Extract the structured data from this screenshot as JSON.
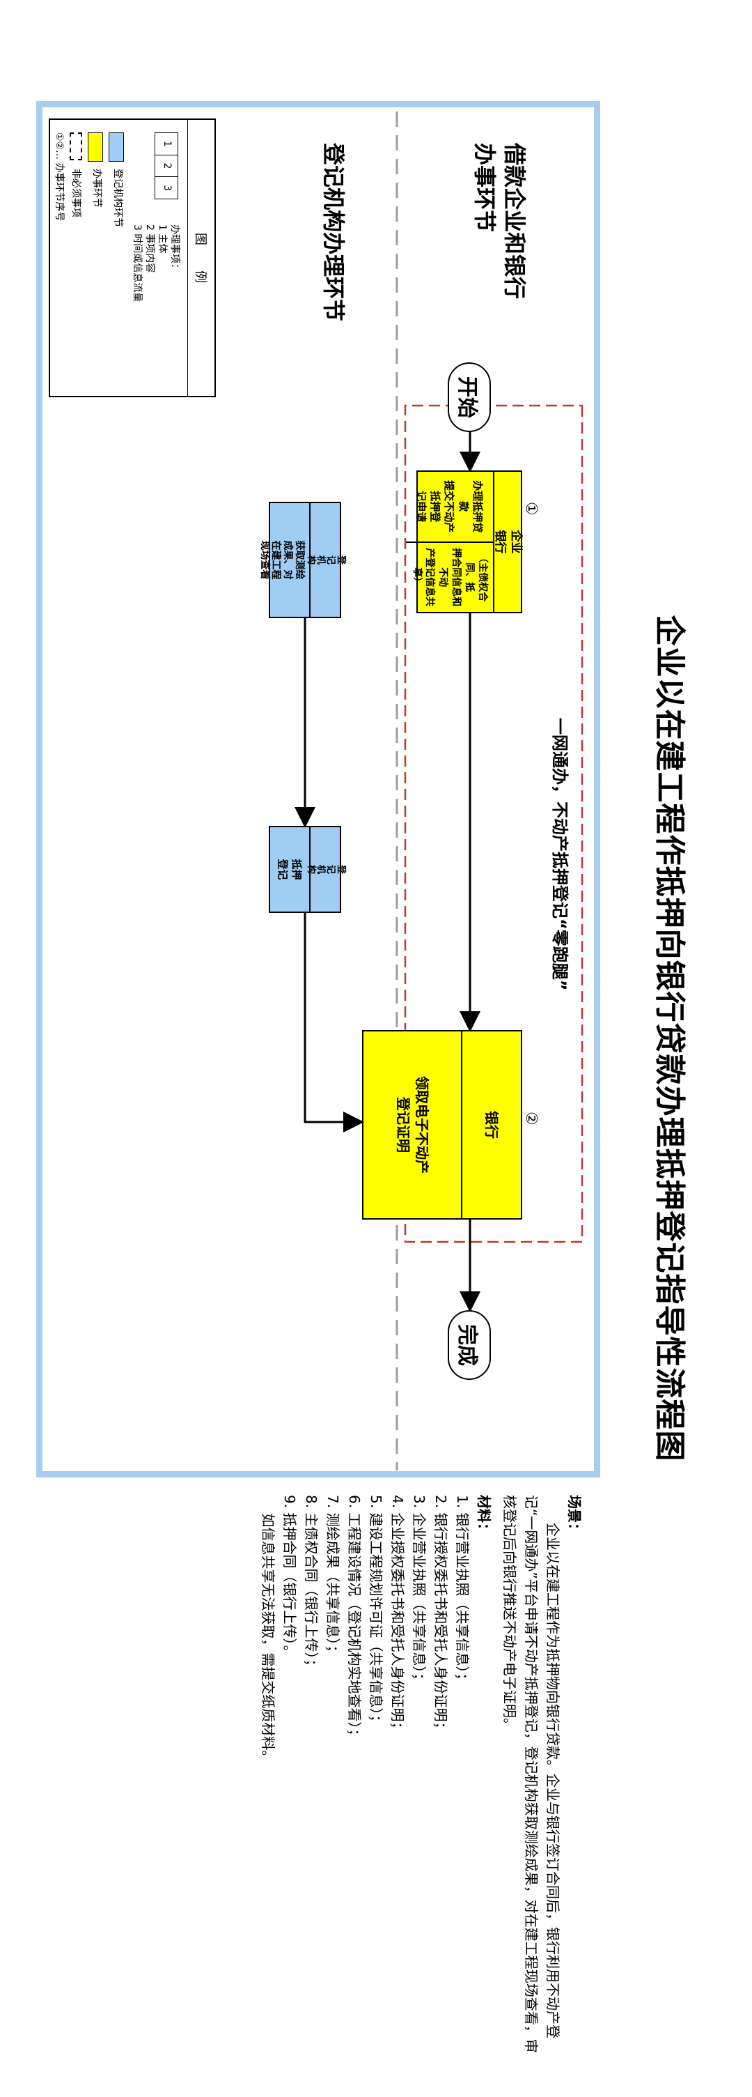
{
  "title": "企业以在建工程作抵押向银行贷款办理抵押登记指导性流程图",
  "lanes": {
    "top": "借款企业和银行\n办事环节",
    "bottom": "登记机构办理环节"
  },
  "terminals": {
    "start": "开始",
    "end": "完成"
  },
  "zero_run_label": "一网通办，不动产抵押登记“零跑腿”",
  "steps": {
    "s1": {
      "num": "①",
      "actor": "企业\n银行",
      "title": "办理抵押贷款\n提交不动产抵押登\n记申请",
      "detail": "（主债权合同、抵\n押合同信息和不动\n产登记信息共享）"
    },
    "s2": {
      "num": "②",
      "actor": "银行",
      "title": "领取电子不动产\n登记证明"
    },
    "b1": {
      "actor": "登\n记\n机\n构",
      "text": "获取测绘\n成果、对\n在建工程\n现场查看"
    },
    "b2": {
      "actor": "登\n记\n机\n构",
      "text": "抵押\n登记"
    }
  },
  "legend": {
    "header": "图　　例",
    "cells": [
      "1",
      "2",
      "3"
    ],
    "matter_title": "办理事项：",
    "matter_items": [
      "1 主体",
      "2 事项内容",
      "3 时间或信息流量"
    ],
    "items": [
      "登记机构环节",
      "办事环节",
      "非必须事项",
      "①②…  办事环节序号"
    ]
  },
  "notes": {
    "heading": "场景：",
    "scene": "企业以在建工程作为抵押物向银行贷款。企业与银行签订合同后，银行利用不动产登记“一网通办”平台申请不动产抵押登记，登记机构获取测绘成果，对在建工程现场查看，审核登记后向银行推送不动产电子证明。",
    "materials_heading": "材料：",
    "items": [
      "1. 银行营业执照（共享信息）；",
      "2. 银行授权委托书和受托人身份证明；",
      "3. 企业营业执照（共享信息）；",
      "4. 企业授权委托书和受托人身份证明；",
      "5. 建设工程规划许可证（共享信息）；",
      "6. 工程建设情况（登记机构实地查看）；",
      "7. 测绘成果（共享信息）；",
      "8. 主债权合同（银行上传）；",
      "9. 抵押合同（银行上传）。",
      "　 如信息共享无法获取，需提交纸质材料。"
    ]
  },
  "colors": {
    "frame": "#a9cdee",
    "yellow_box": "#ffff00",
    "blue_box": "#9fcdf3",
    "dashed_zone": "#c0392b",
    "lane_divider": "#9e9e9e"
  }
}
